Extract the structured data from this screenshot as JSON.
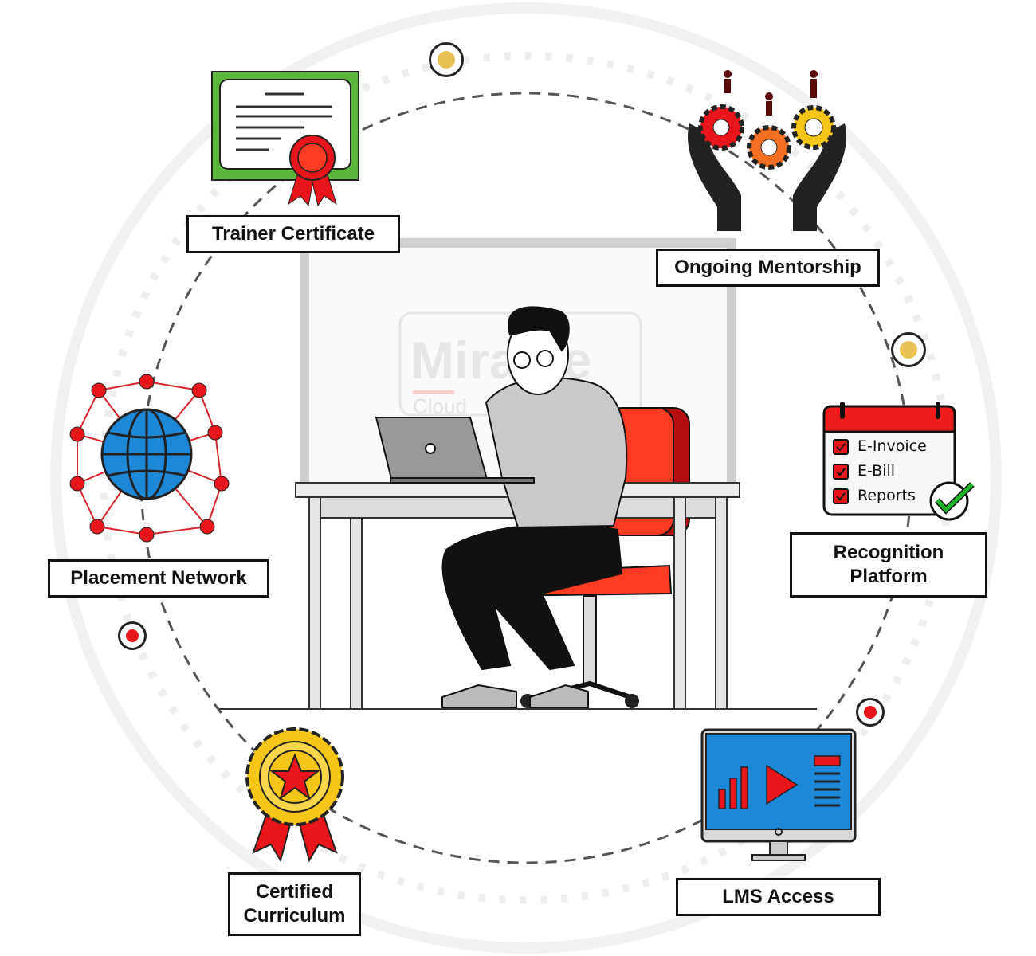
{
  "labels": {
    "trainer_certificate": "Trainer Certificate",
    "ongoing_mentorship": "Ongoing Mentorship",
    "placement_network": "Placement Network",
    "recognition_platform": [
      "Recognition",
      "Platform"
    ],
    "certified_curriculum": [
      "Certified",
      "Curriculum"
    ],
    "lms_access": "LMS Access"
  },
  "checklist": [
    "E-Invoice",
    "E-Bill",
    "Reports"
  ],
  "watermark_logo": "Miracle Cloud",
  "colors": {
    "accent_red": "#e8151b",
    "accent_yellow": "#e8c153",
    "cert_green": "#5cb63c",
    "globe_blue": "#1e88d8",
    "chair_red": "#ff3b25"
  },
  "icons": [
    "certificate-icon",
    "mentorship-gears-icon",
    "globe-network-icon",
    "calendar-checklist-icon",
    "award-badge-icon",
    "lms-monitor-icon",
    "check-circle-icon"
  ]
}
